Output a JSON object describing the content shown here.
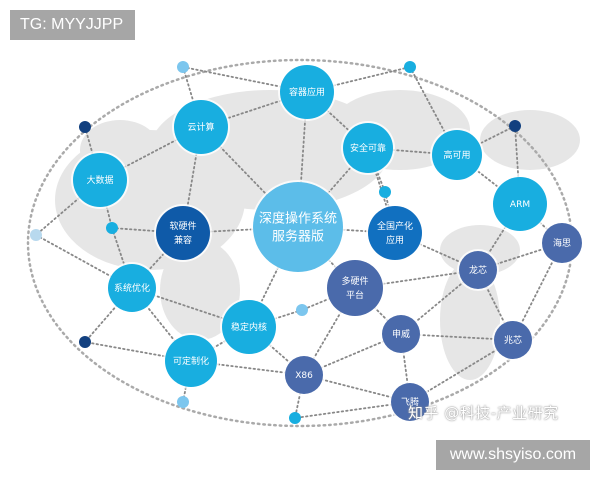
{
  "badges": {
    "top_left": "TG: MYYJJPP",
    "bottom_right": "www.shsyiso.com"
  },
  "watermark": "知乎 @科技-产业研究",
  "colors": {
    "cyan": "#18aee0",
    "light_blue": "#5cbde9",
    "dark_blue": "#1170c0",
    "navy": "#0f5aa8",
    "slate": "#4a6aab",
    "dot_navy": "#12407f",
    "line": "#888888"
  },
  "nodes": [
    {
      "id": "container",
      "lines": [
        "容器应用"
      ]
    },
    {
      "id": "cloud",
      "lines": [
        "云计算"
      ]
    },
    {
      "id": "bigdata",
      "lines": [
        "大数据"
      ]
    },
    {
      "id": "secure",
      "lines": [
        "安全可靠"
      ]
    },
    {
      "id": "ha",
      "lines": [
        "高可用"
      ]
    },
    {
      "id": "arm",
      "lines": [
        "ARM"
      ]
    },
    {
      "id": "hisilicon",
      "lines": [
        "海思"
      ]
    },
    {
      "id": "deepin",
      "lines": [
        "深度操作系统",
        "服务器版"
      ]
    },
    {
      "id": "domestic",
      "lines": [
        "全国产化",
        "应用"
      ]
    },
    {
      "id": "compat",
      "lines": [
        "软硬件",
        "兼容"
      ]
    },
    {
      "id": "optimize",
      "lines": [
        "系统优化"
      ]
    },
    {
      "id": "kernel",
      "lines": [
        "稳定内核"
      ]
    },
    {
      "id": "multihw",
      "lines": [
        "多硬件",
        "平台"
      ]
    },
    {
      "id": "loongson",
      "lines": [
        "龙芯"
      ]
    },
    {
      "id": "sunway",
      "lines": [
        "申威"
      ]
    },
    {
      "id": "zhaoxin",
      "lines": [
        "兆芯"
      ]
    },
    {
      "id": "custom",
      "lines": [
        "可定制化"
      ]
    },
    {
      "id": "x86",
      "lines": [
        "X86"
      ]
    },
    {
      "id": "phytium",
      "lines": [
        "飞腾"
      ]
    }
  ]
}
